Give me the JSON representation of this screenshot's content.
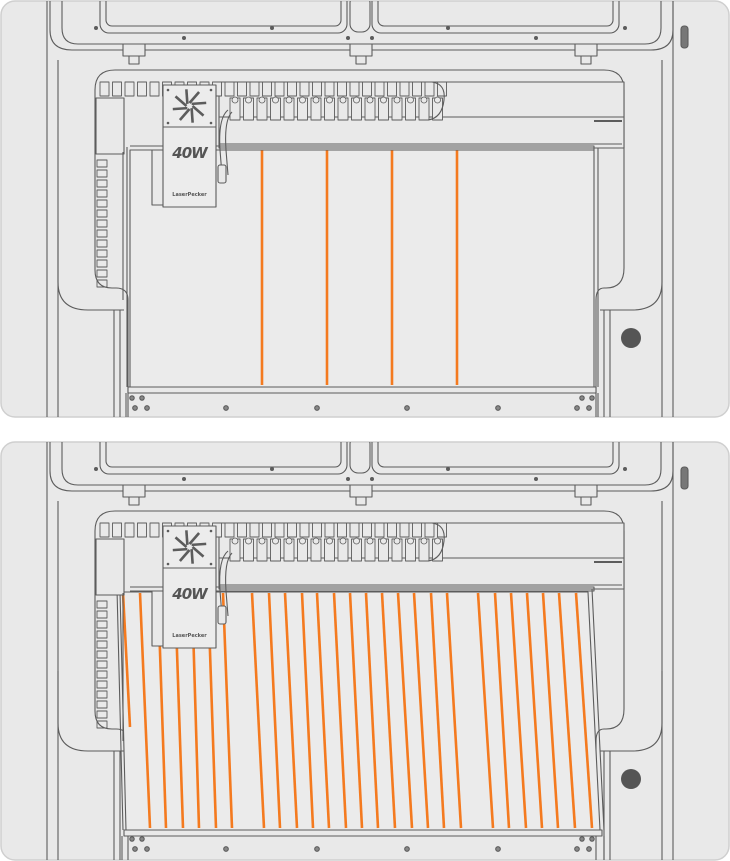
{
  "colors": {
    "background": "#e9e9e9",
    "panel_border": "#cfcfcf",
    "line_art": "#5c5c5c",
    "laser_path": "#f47a1f",
    "button": "#555555"
  },
  "panels": [
    {
      "module_power_label": "40W",
      "module_logo": "LaserPecker",
      "laser_line_count": 4,
      "laser_line_orientation": "vertical"
    },
    {
      "module_power_label": "40W",
      "module_logo": "LaserPecker",
      "laser_line_count": 27,
      "laser_line_orientation": "slightly-slanted"
    }
  ]
}
